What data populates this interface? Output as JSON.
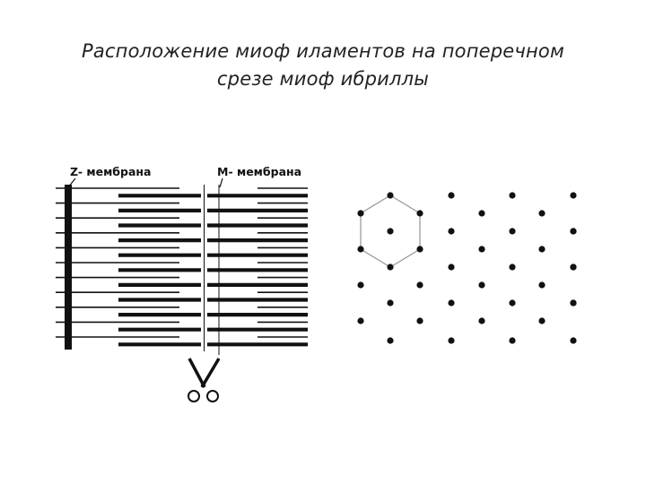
{
  "title": {
    "line1": "Расположение миоф иламентов на поперечном",
    "line2": "срезе миоф ибриллы"
  },
  "diagram": {
    "z_label": "Z- мембрана",
    "m_label": "M- мембрана",
    "scissors_icon": "scissors-icon",
    "lattice_shape": "hexagon"
  }
}
